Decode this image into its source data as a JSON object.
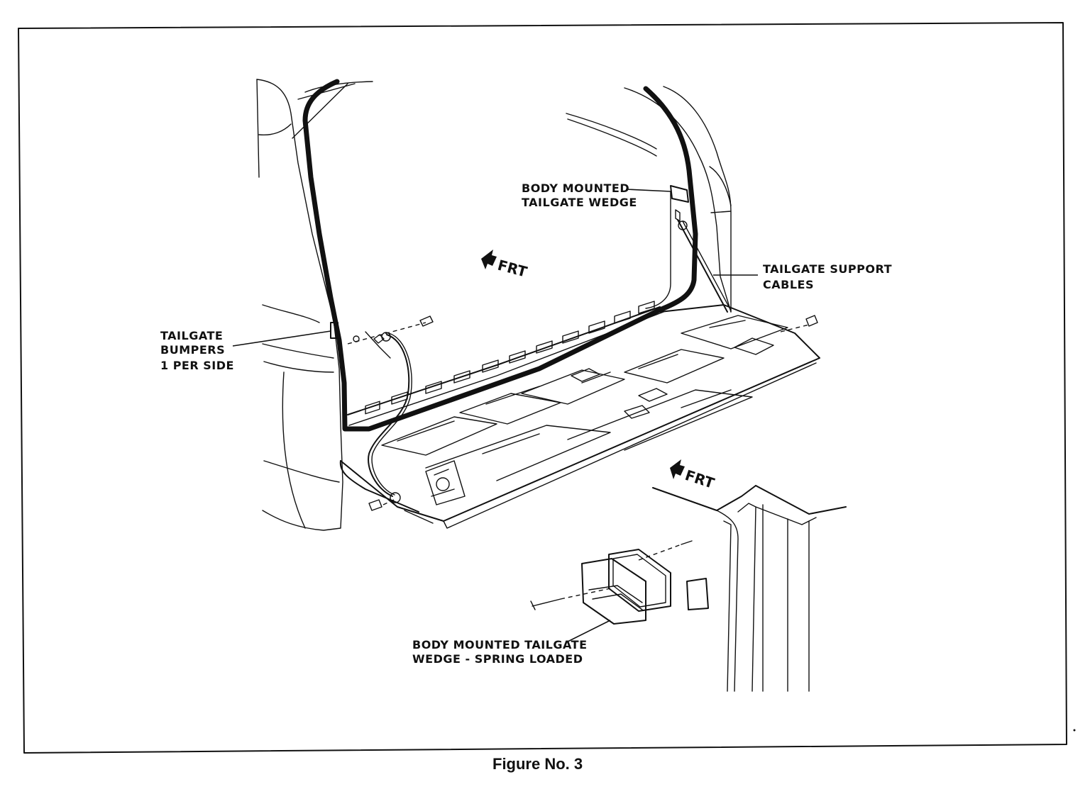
{
  "labels": {
    "body_mounted_wedge_line1": "BODY MOUNTED",
    "body_mounted_wedge_line2": "TAILGATE WEDGE",
    "frt_top": "FRT",
    "support_cables_line1": "TAILGATE SUPPORT",
    "support_cables_line2": "CABLES",
    "bumpers_line1": "TAILGATE",
    "bumpers_line2": "BUMPERS",
    "bumpers_line3": "1 PER SIDE",
    "frt_detail": "FRT",
    "spring_wedge_line1": "BODY MOUNTED TAILGATE",
    "spring_wedge_line2": "WEDGE - SPRING LOADED"
  },
  "caption": "Figure No. 3"
}
